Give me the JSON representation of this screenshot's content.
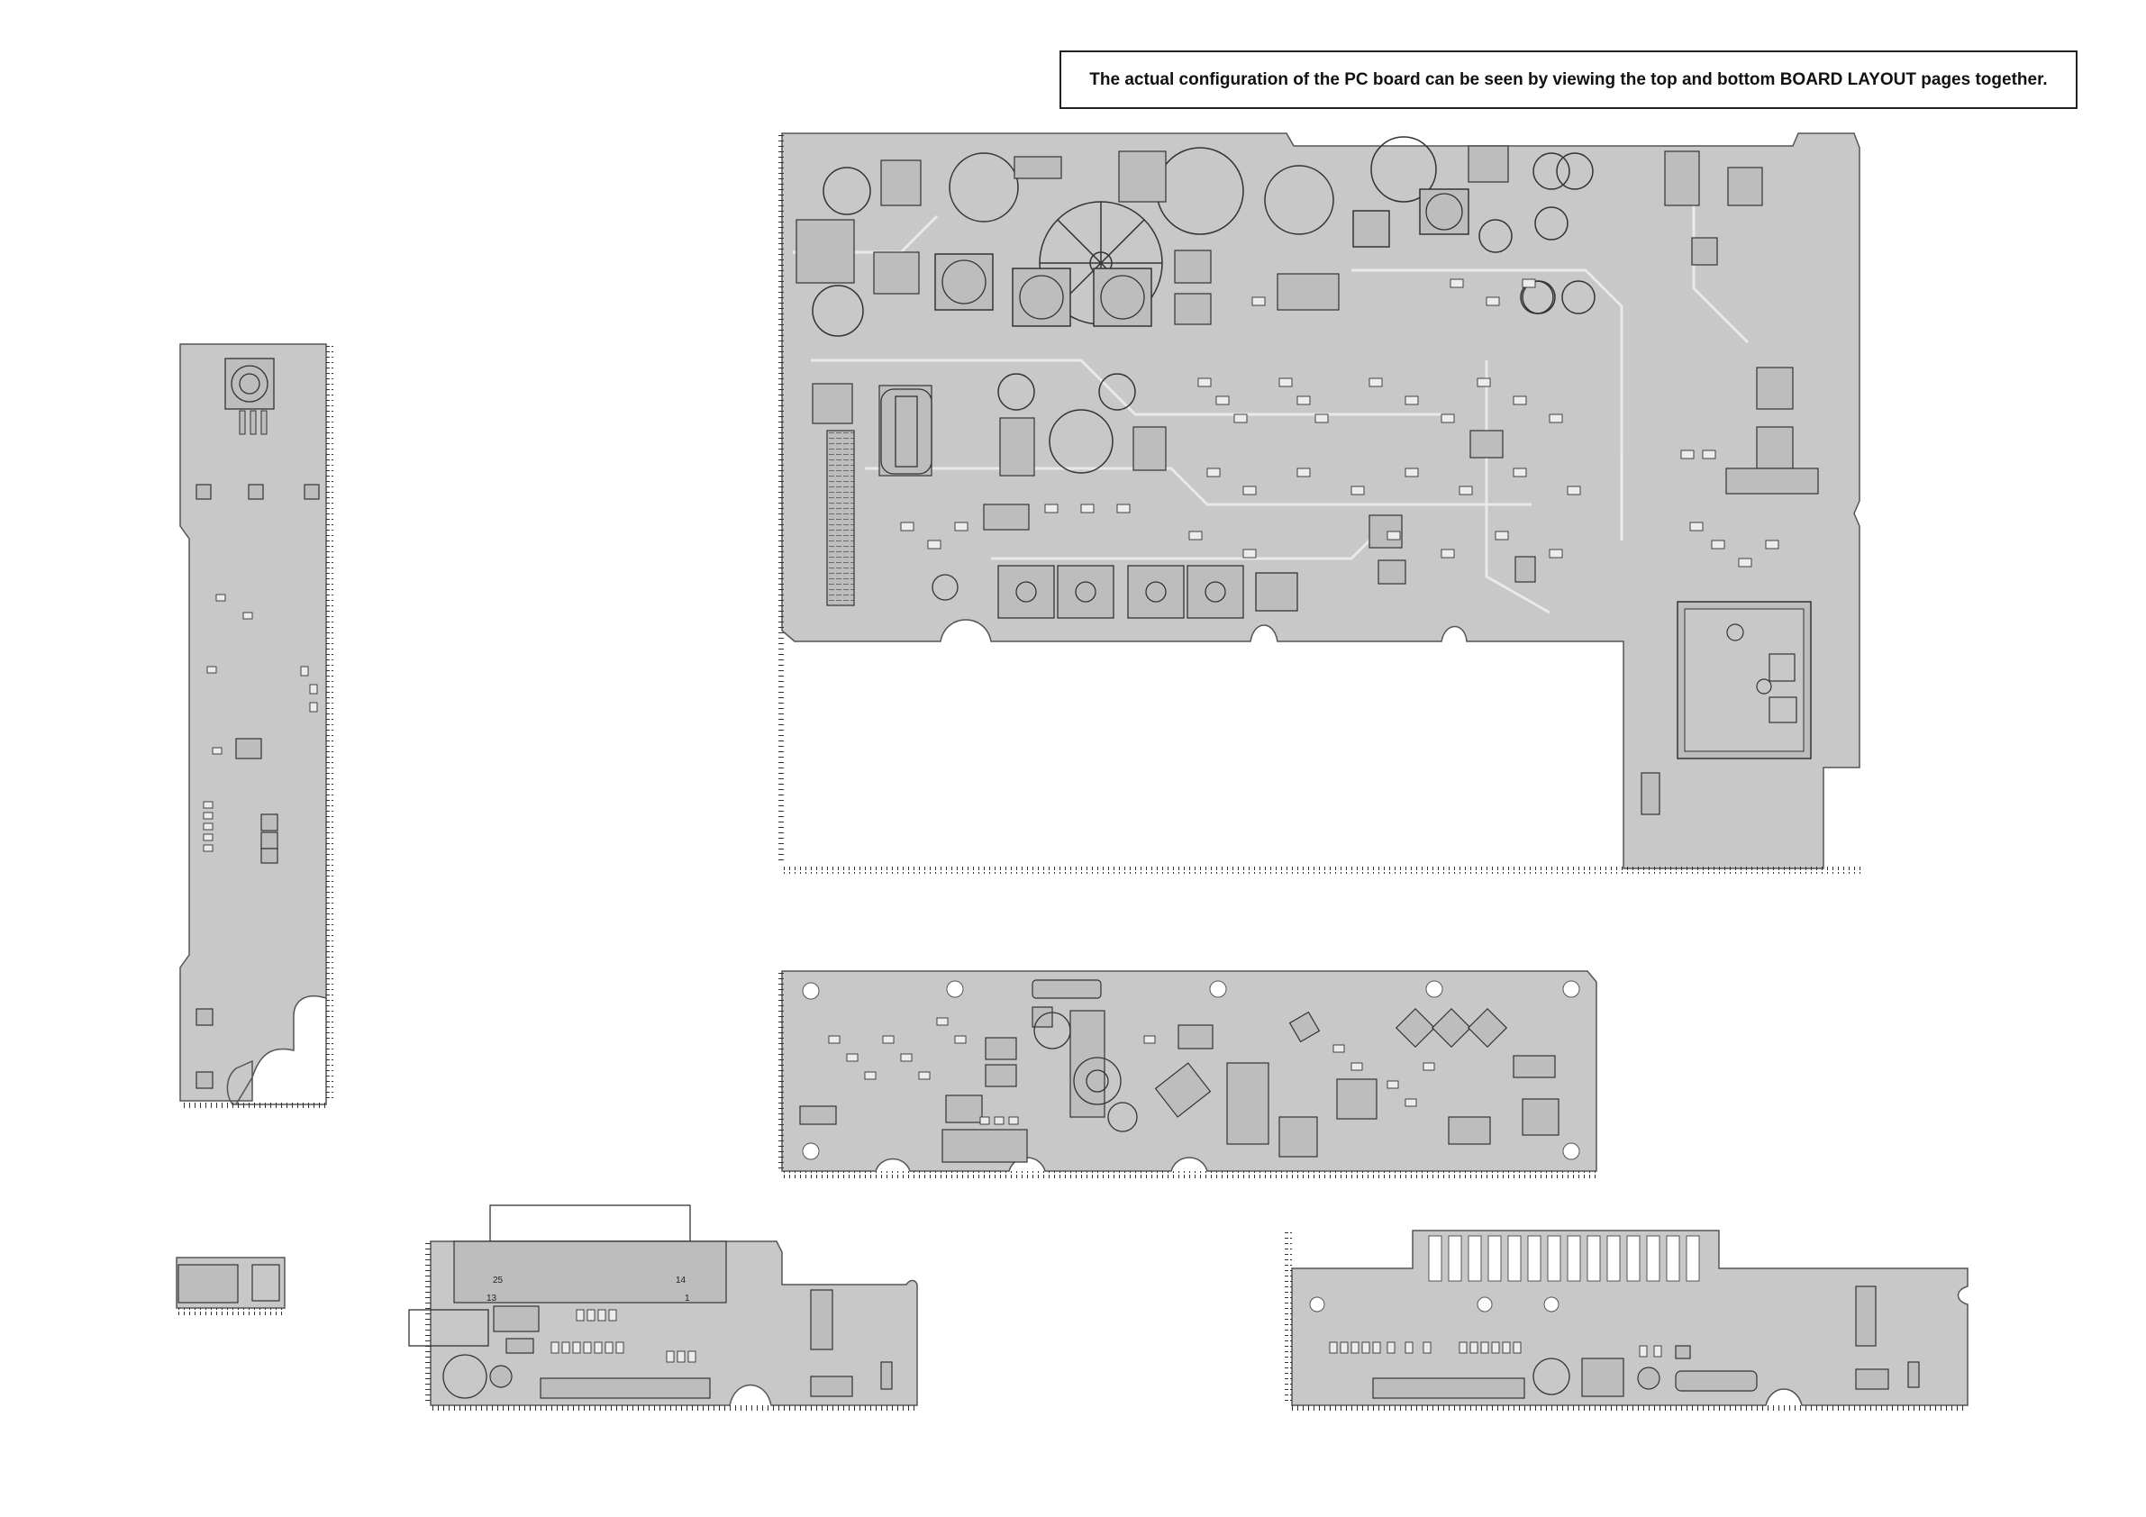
{
  "note": {
    "text": "The actual configuration of the PC board can be seen by viewing the top and bottom BOARD LAYOUT pages together."
  },
  "silkscreen": {
    "label_25": "25",
    "label_14": "14",
    "label_13": "13",
    "label_1": "1"
  },
  "colors": {
    "board_fill": "#c8c8c8",
    "board_stroke": "#555555",
    "trace": "#ededed",
    "part_fill": "#bdbdbd",
    "ink": "#222222"
  },
  "icons": {
    "board_outline": "pc-board-icon",
    "component": "component-footprint-icon"
  }
}
